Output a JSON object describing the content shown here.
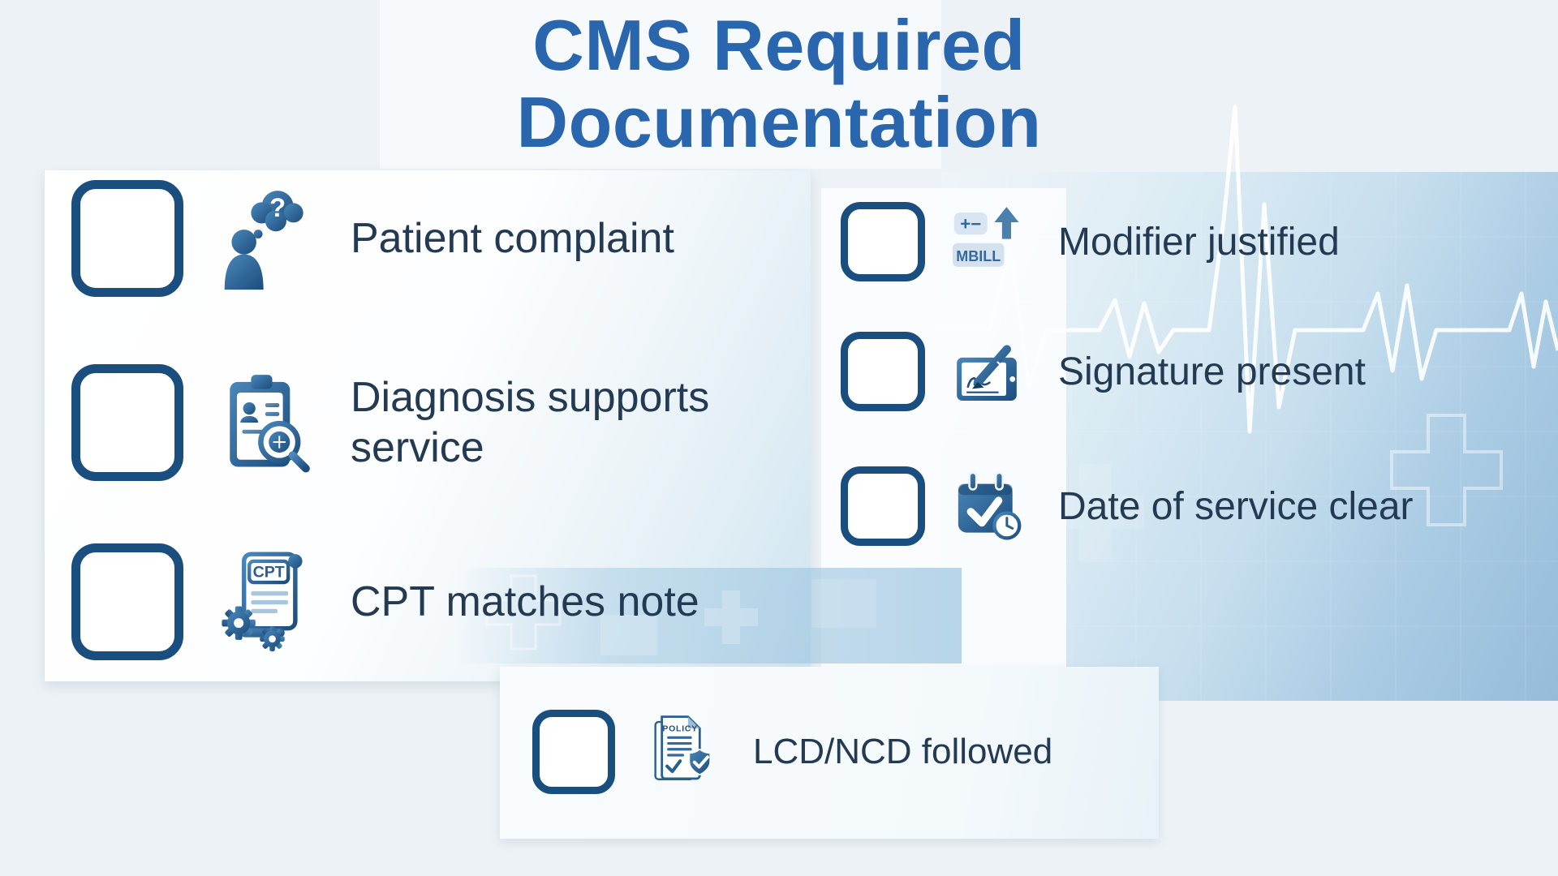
{
  "title": {
    "line1": "CMS Required",
    "line2": "Documentation"
  },
  "colors": {
    "title_blue": "#2a66ae",
    "checkbox_border": "#1a4e7f",
    "label_text": "#233a52",
    "icon_gradient_light": "#4a87ba",
    "icon_gradient_dark": "#1c4d7c",
    "ekg_line": "#ffffff"
  },
  "icons": {
    "question_mark": "?",
    "patient": "person-thought-bubble-question-icon",
    "diagnosis": "clipboard-magnifier-icon",
    "cpt": "document-gears-icon",
    "modifier": "billing-adjustment-arrow-icon",
    "signature": "signature-pad-pen-icon",
    "date": "calendar-check-clock-icon",
    "policy": "policy-document-shield-icon"
  },
  "checklist": {
    "left_column": [
      {
        "label": "Patient complaint",
        "checked": false
      },
      {
        "label": "Diagnosis supports service",
        "label_lines": [
          "Diagnosis supports",
          "service"
        ],
        "checked": false
      },
      {
        "label": "CPT matches note",
        "badge": "CPT",
        "checked": false
      }
    ],
    "right_column": [
      {
        "label": "Modifier justified",
        "badge_top": "+−",
        "badge_bottom": "MBILL",
        "checked": false
      },
      {
        "label": "Signature present",
        "checked": false
      },
      {
        "label": "Date of service clear",
        "checked": false
      }
    ],
    "bottom_row": [
      {
        "label": "LCD/NCD followed",
        "badge": "POLICY",
        "checked": false
      }
    ]
  }
}
